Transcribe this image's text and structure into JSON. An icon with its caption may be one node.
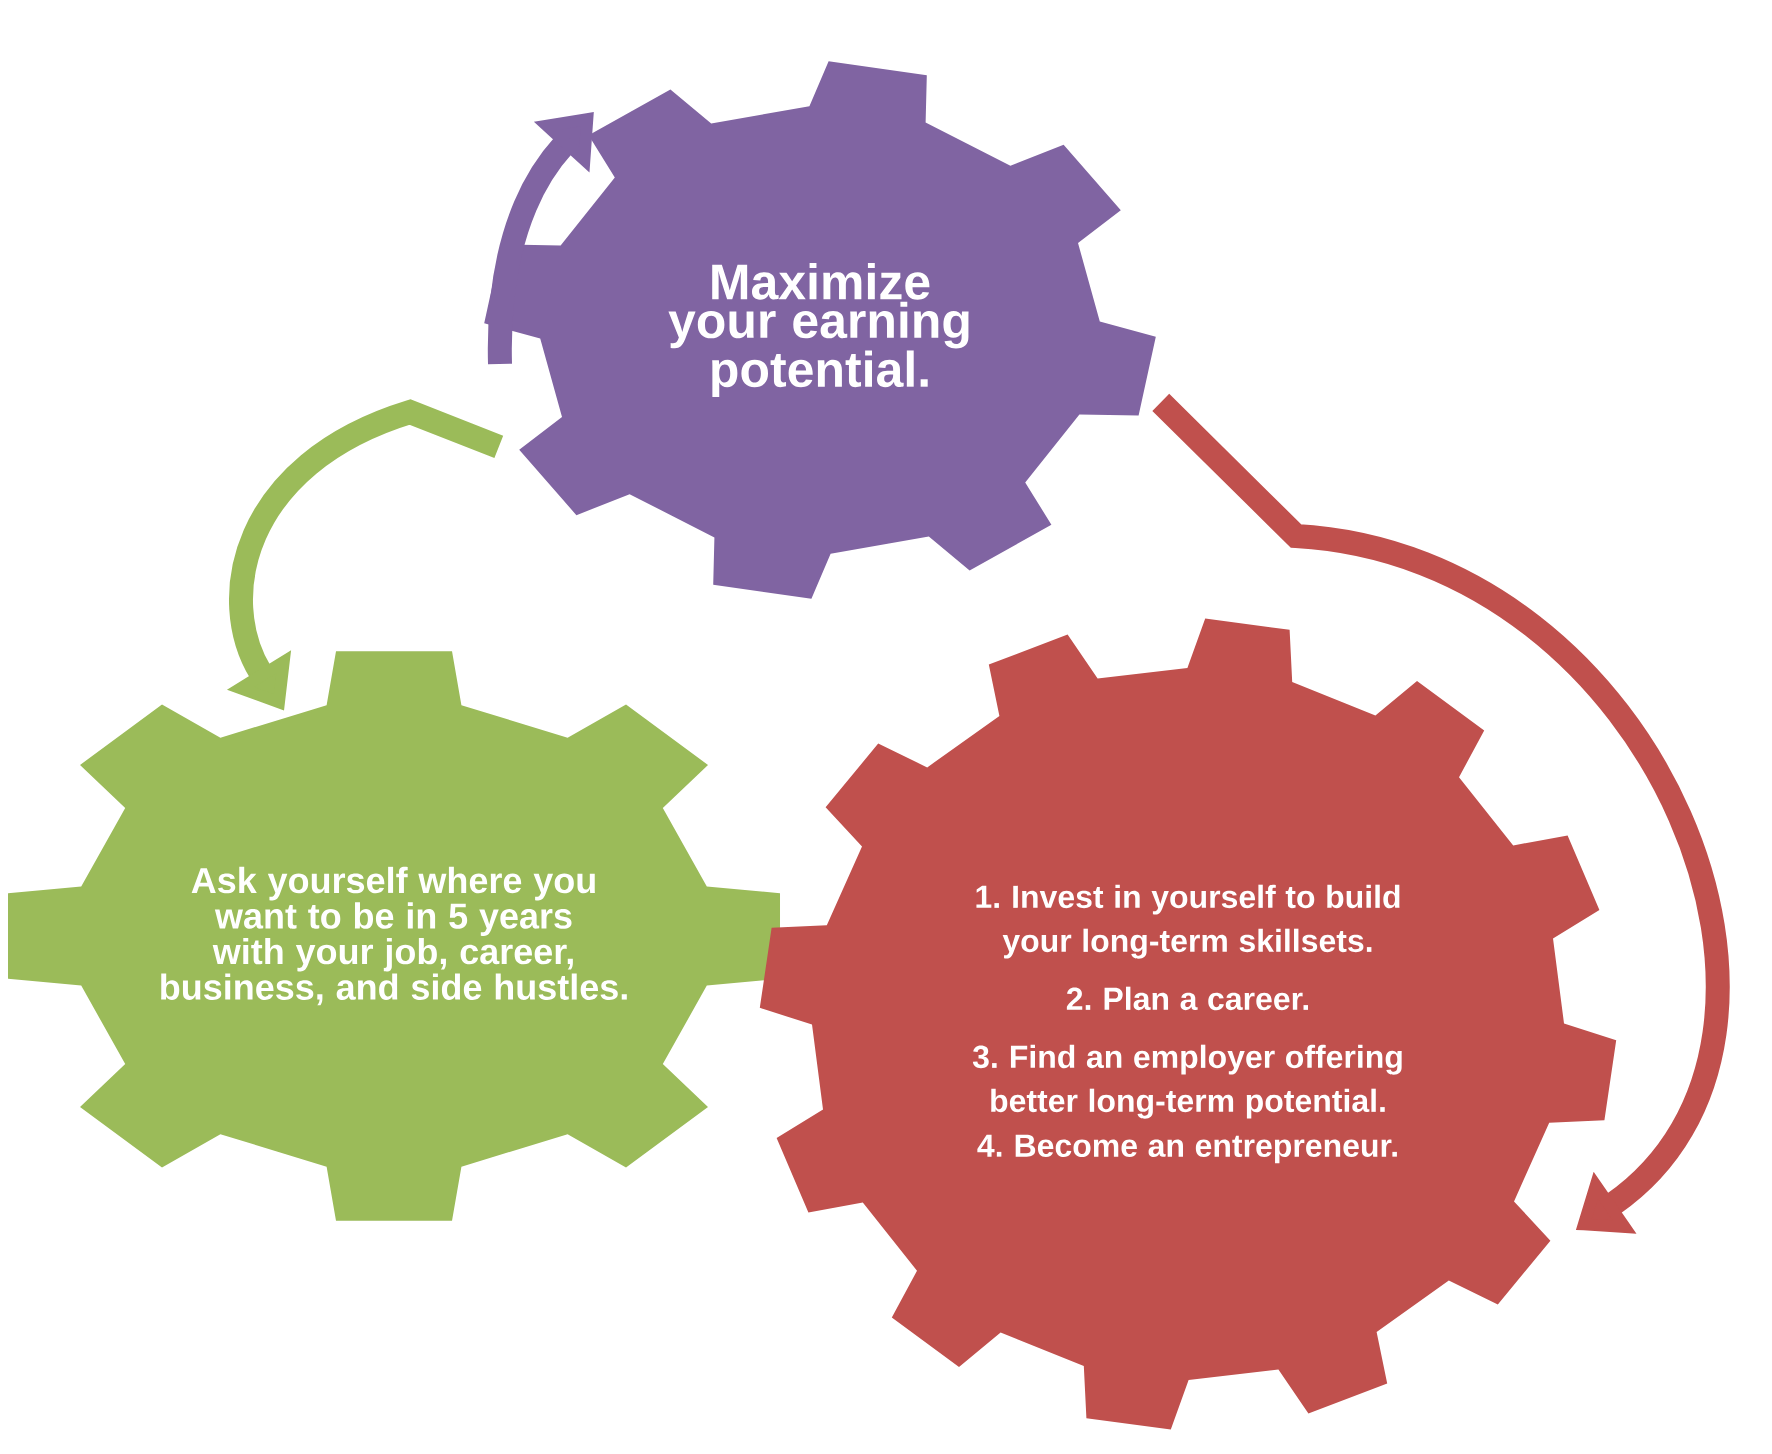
{
  "diagram": {
    "nodes": [
      {
        "text": [
          "Maximize your earning potential."
        ]
      },
      {
        "text": [
          "Ask yourself where you want to be in 5 years with your job, career, business, and side hustles."
        ]
      },
      {
        "text": [
          "1. Invest in yourself to build your long-term skillsets.",
          "2. Plan a career.",
          "3. Find an employer offering better long-term potential.",
          "4. Become an entrepreneur."
        ]
      }
    ],
    "edges": [
      {
        "from": null,
        "to": 0,
        "arrow": "to",
        "color": "#8064a2"
      },
      {
        "from": 0,
        "to": 1,
        "arrow": "to",
        "color": "#9bbb59"
      },
      {
        "from": 0,
        "to": 2,
        "arrow": "to",
        "color": "#c0504d"
      }
    ]
  }
}
